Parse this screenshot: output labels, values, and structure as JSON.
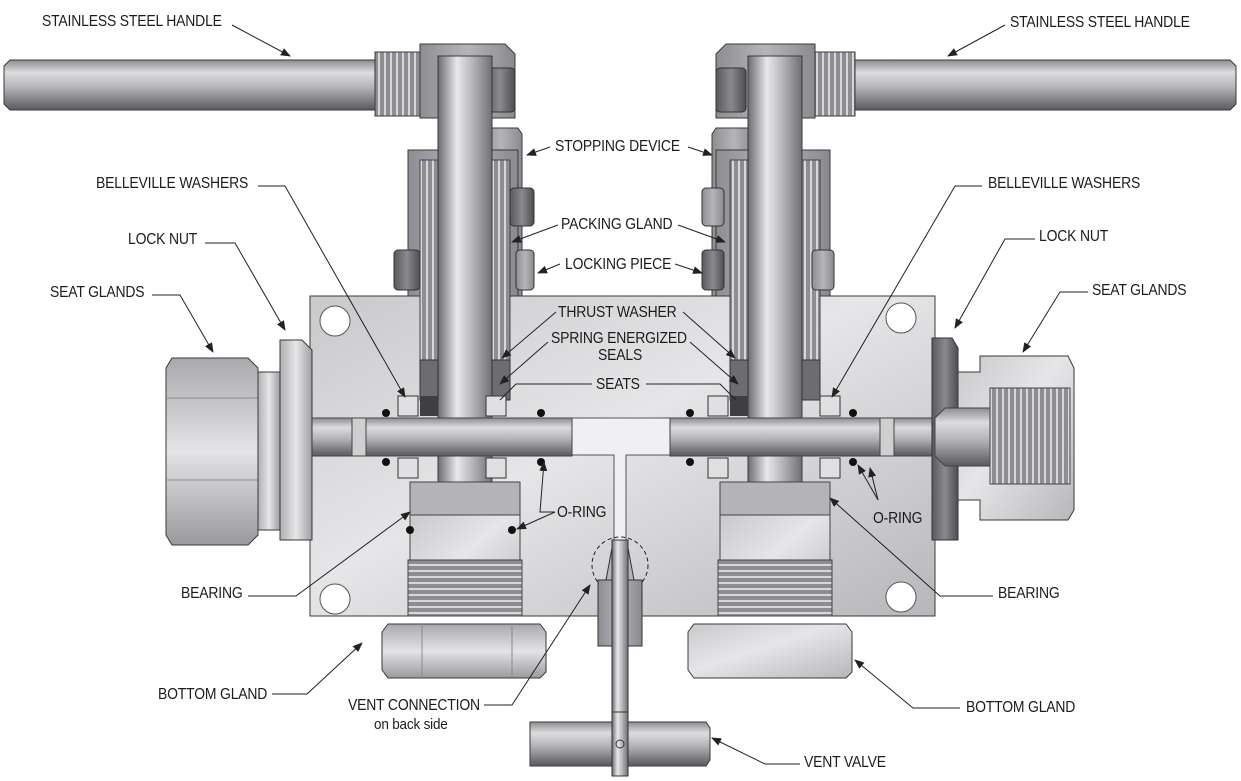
{
  "diagram": {
    "title": "Manifold valve cross-section",
    "colors": {
      "steel_light": "#e2e2e4",
      "steel_mid": "#b9b9bd",
      "steel_dark": "#7a7a7e",
      "steel_darker": "#4e4e52",
      "outline": "#3a3a3a",
      "label_text": "#1c1c1c",
      "leader_line": "#222222",
      "background": "#ffffff"
    },
    "labels": {
      "handle_left": "STAINLESS STEEL HANDLE",
      "handle_right": "STAINLESS STEEL HANDLE",
      "stopping_device": "STOPPING DEVICE",
      "belleville_left": "BELLEVILLE WASHERS",
      "belleville_right": "BELLEVILLE WASHERS",
      "packing_gland": "PACKING GLAND",
      "lock_nut_left": "LOCK NUT",
      "lock_nut_right": "LOCK NUT",
      "locking_piece": "LOCKING PIECE",
      "seat_glands_left": "SEAT GLANDS",
      "seat_glands_right": "SEAT GLANDS",
      "thrust_washer": "THRUST WASHER",
      "spring_seals_line1": "SPRING ENERGIZED",
      "spring_seals_line2": "SEALS",
      "seats": "SEATS",
      "o_ring_center": "O-RING",
      "o_ring_right": "O-RING",
      "bearing_left": "BEARING",
      "bearing_right": "BEARING",
      "bottom_gland_left": "BOTTOM GLAND",
      "bottom_gland_right": "BOTTOM GLAND",
      "vent_connection_line1": "VENT CONNECTION",
      "vent_connection_line2": "on back side",
      "vent_valve": "VENT VALVE"
    }
  }
}
